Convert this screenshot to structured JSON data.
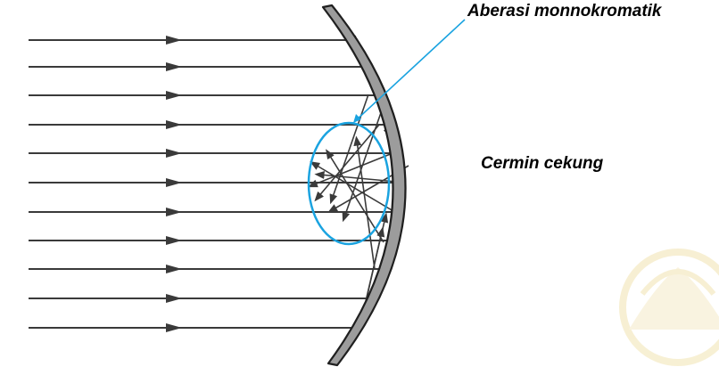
{
  "labels": {
    "aberration": "Aberasi monnokromatik",
    "mirror": "Cermin cekung"
  },
  "colors": {
    "ray": "#3a3a3a",
    "mirror_fill": "#9c9c9c",
    "mirror_edge": "#1f1f1f",
    "highlight": "#1aa3e0",
    "watermark": "#f3e7b8"
  },
  "icons": {
    "watermark": "university-seal-watermark"
  }
}
